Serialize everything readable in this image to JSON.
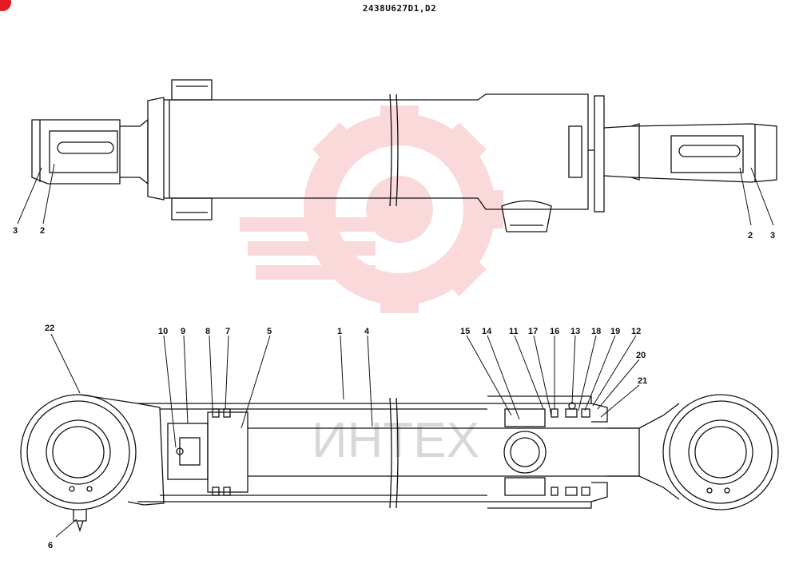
{
  "document": {
    "title": "2438U627D1,D2"
  },
  "watermark": {
    "text": "ИНТЕХ",
    "color": "#e21b23"
  },
  "top_view": {
    "callouts": [
      "3",
      "2",
      "2",
      "3"
    ]
  },
  "section_view": {
    "callouts": [
      "22",
      "10",
      "9",
      "8",
      "7",
      "5",
      "1",
      "4",
      "15",
      "14",
      "11",
      "17",
      "16",
      "13",
      "18",
      "19",
      "12",
      "20",
      "21",
      "6"
    ]
  }
}
